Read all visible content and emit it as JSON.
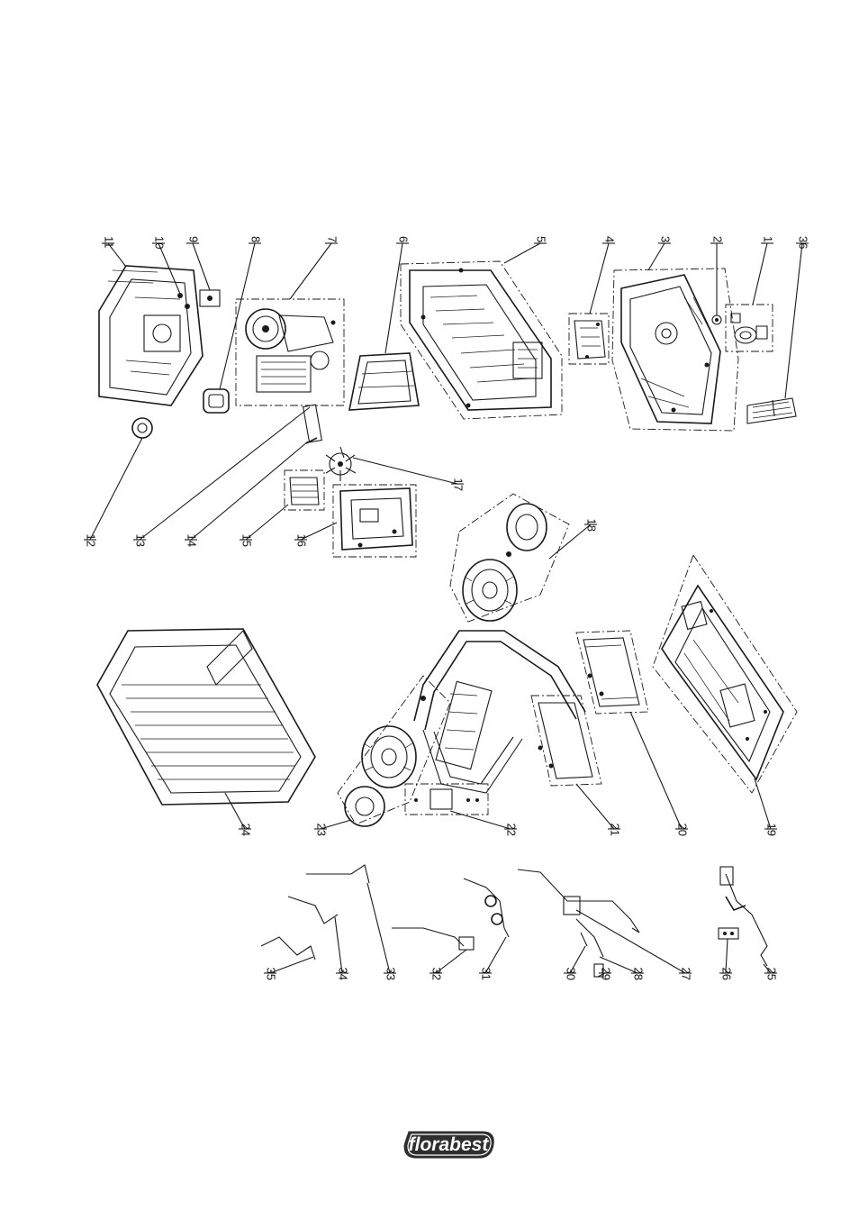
{
  "diagram": {
    "part_labels": [
      "1",
      "2",
      "3",
      "4",
      "5",
      "6",
      "7",
      "8",
      "9",
      "10",
      "11",
      "12",
      "13",
      "14",
      "15",
      "16",
      "17",
      "18",
      "19",
      "20",
      "21",
      "22",
      "23",
      "24",
      "25",
      "26",
      "27",
      "28",
      "29",
      "30",
      "31",
      "32",
      "33",
      "34",
      "35",
      "36"
    ]
  },
  "brand": {
    "logo_text": "florabest"
  }
}
